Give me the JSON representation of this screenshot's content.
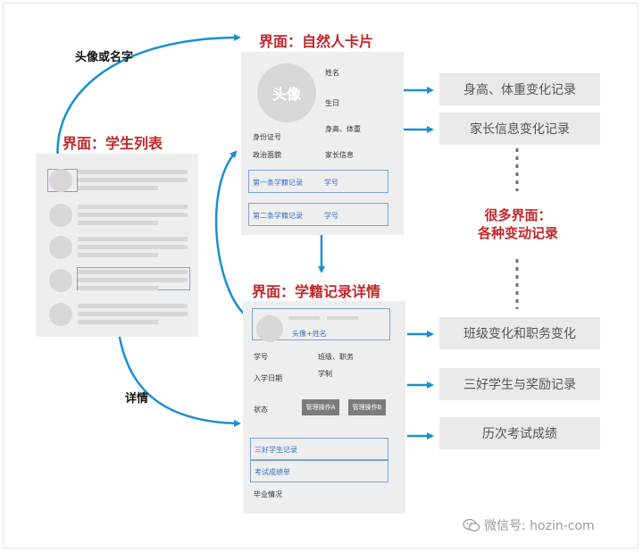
{
  "titles": {
    "student_list": "界面：学生列表",
    "person_card": "界面：自然人卡片",
    "record_detail": "界面：学籍记录详情"
  },
  "links": {
    "avatar_or_name": "头像或名字",
    "detail": "详情"
  },
  "person_card": {
    "avatar": "头像",
    "name": "姓名",
    "birthday": "生日",
    "height_weight": "身高、体重",
    "id_number": "身份证号",
    "political_status": "政治面貌",
    "parent_info": "家长信息",
    "record_1": "第一条学籍记录",
    "record_2": "第二条学籍记录",
    "student_no": "学号"
  },
  "record_detail": {
    "avatar_name": "头像+姓名",
    "student_no": "学号",
    "class_position": "班级、职务",
    "enroll_date": "入学日期",
    "school_system": "学制",
    "status": "状态",
    "op_a": "管理操作A",
    "op_b": "管理操作B",
    "merit_record": "三好学生记录",
    "exam_sheet": "考试成绩单",
    "graduation": "毕业情况"
  },
  "notes": {
    "height_weight_log": "身高、体重变化记录",
    "parent_log": "家长信息变化记录",
    "many_screens_1": "很多界面：",
    "many_screens_2": "各种变动记录",
    "class_position_log": "班级变化和职务变化",
    "merit_award_log": "三好学生与奖励记录",
    "exam_history": "历次考试成绩"
  },
  "watermark": "微信号: hozin-com",
  "colors": {
    "title_red": "#c0282a",
    "arrow_blue": "#1b8fd0",
    "record_border": "#7da3d6",
    "record_text": "#3a72c4",
    "dotted_gray": "#6f6f6f"
  },
  "icons": {
    "watermark": "wechat-icon"
  }
}
